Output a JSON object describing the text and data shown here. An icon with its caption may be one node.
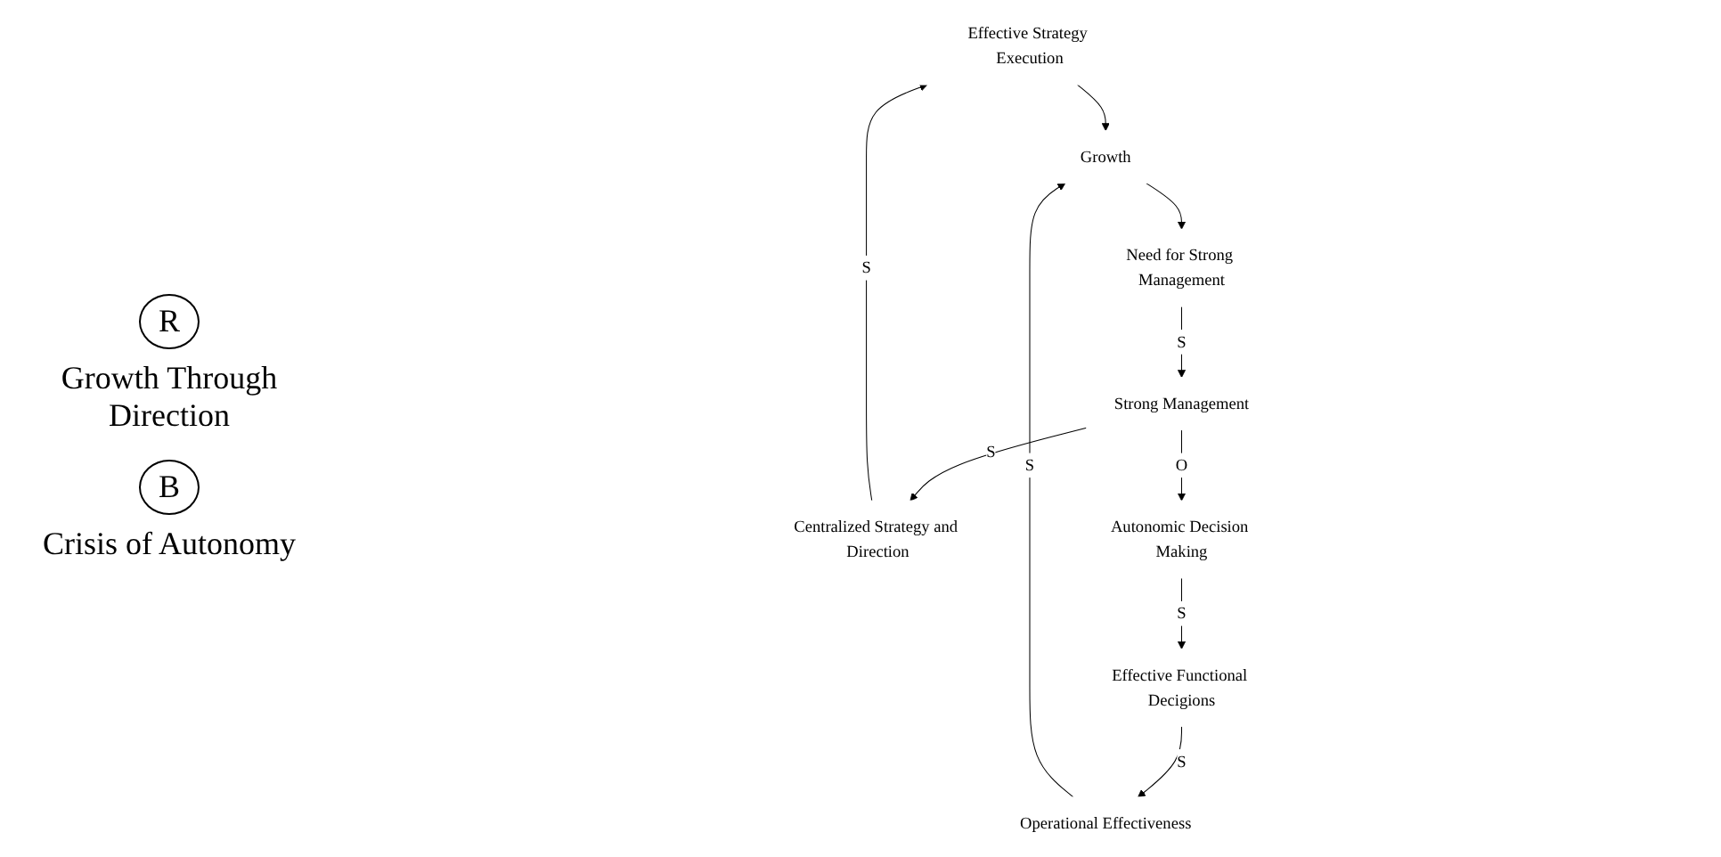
{
  "diagram": {
    "nodes": [
      {
        "text": [
          "Effective Strategy Execution"
        ]
      },
      {
        "text": [
          "Operational Effectiveness"
        ]
      },
      {
        "text": [
          "Growth"
        ]
      },
      {
        "text": [
          "Need for Strong Management"
        ]
      },
      {
        "text": [
          "Effective Functional Decigions"
        ]
      },
      {
        "text": [
          "Strong Management"
        ]
      },
      {
        "text": [
          "Centralized Strategy and Direction"
        ]
      },
      {
        "text": [
          "Autonomic Decision Making"
        ]
      }
    ],
    "edges": [
      {
        "from": 0,
        "to": 2,
        "arrow": "to"
      },
      {
        "from": 1,
        "to": 2,
        "arrow": "to",
        "label": "S"
      },
      {
        "from": 2,
        "to": 3,
        "arrow": "to"
      },
      {
        "from": 3,
        "to": 5,
        "arrow": "to",
        "label": "S"
      },
      {
        "from": 5,
        "to": 6,
        "arrow": "to",
        "label": "S"
      },
      {
        "from": 5,
        "to": 7,
        "arrow": "to",
        "label": "O"
      },
      {
        "from": 7,
        "to": 4,
        "arrow": "to",
        "label": "S"
      },
      {
        "from": 4,
        "to": 1,
        "arrow": "to",
        "label": "S"
      },
      {
        "from": 6,
        "to": 0,
        "arrow": "to",
        "label": "S"
      }
    ],
    "labels": [
      "R",
      "Growth Through Direction",
      "B",
      "Crisis of Autonomy"
    ]
  }
}
